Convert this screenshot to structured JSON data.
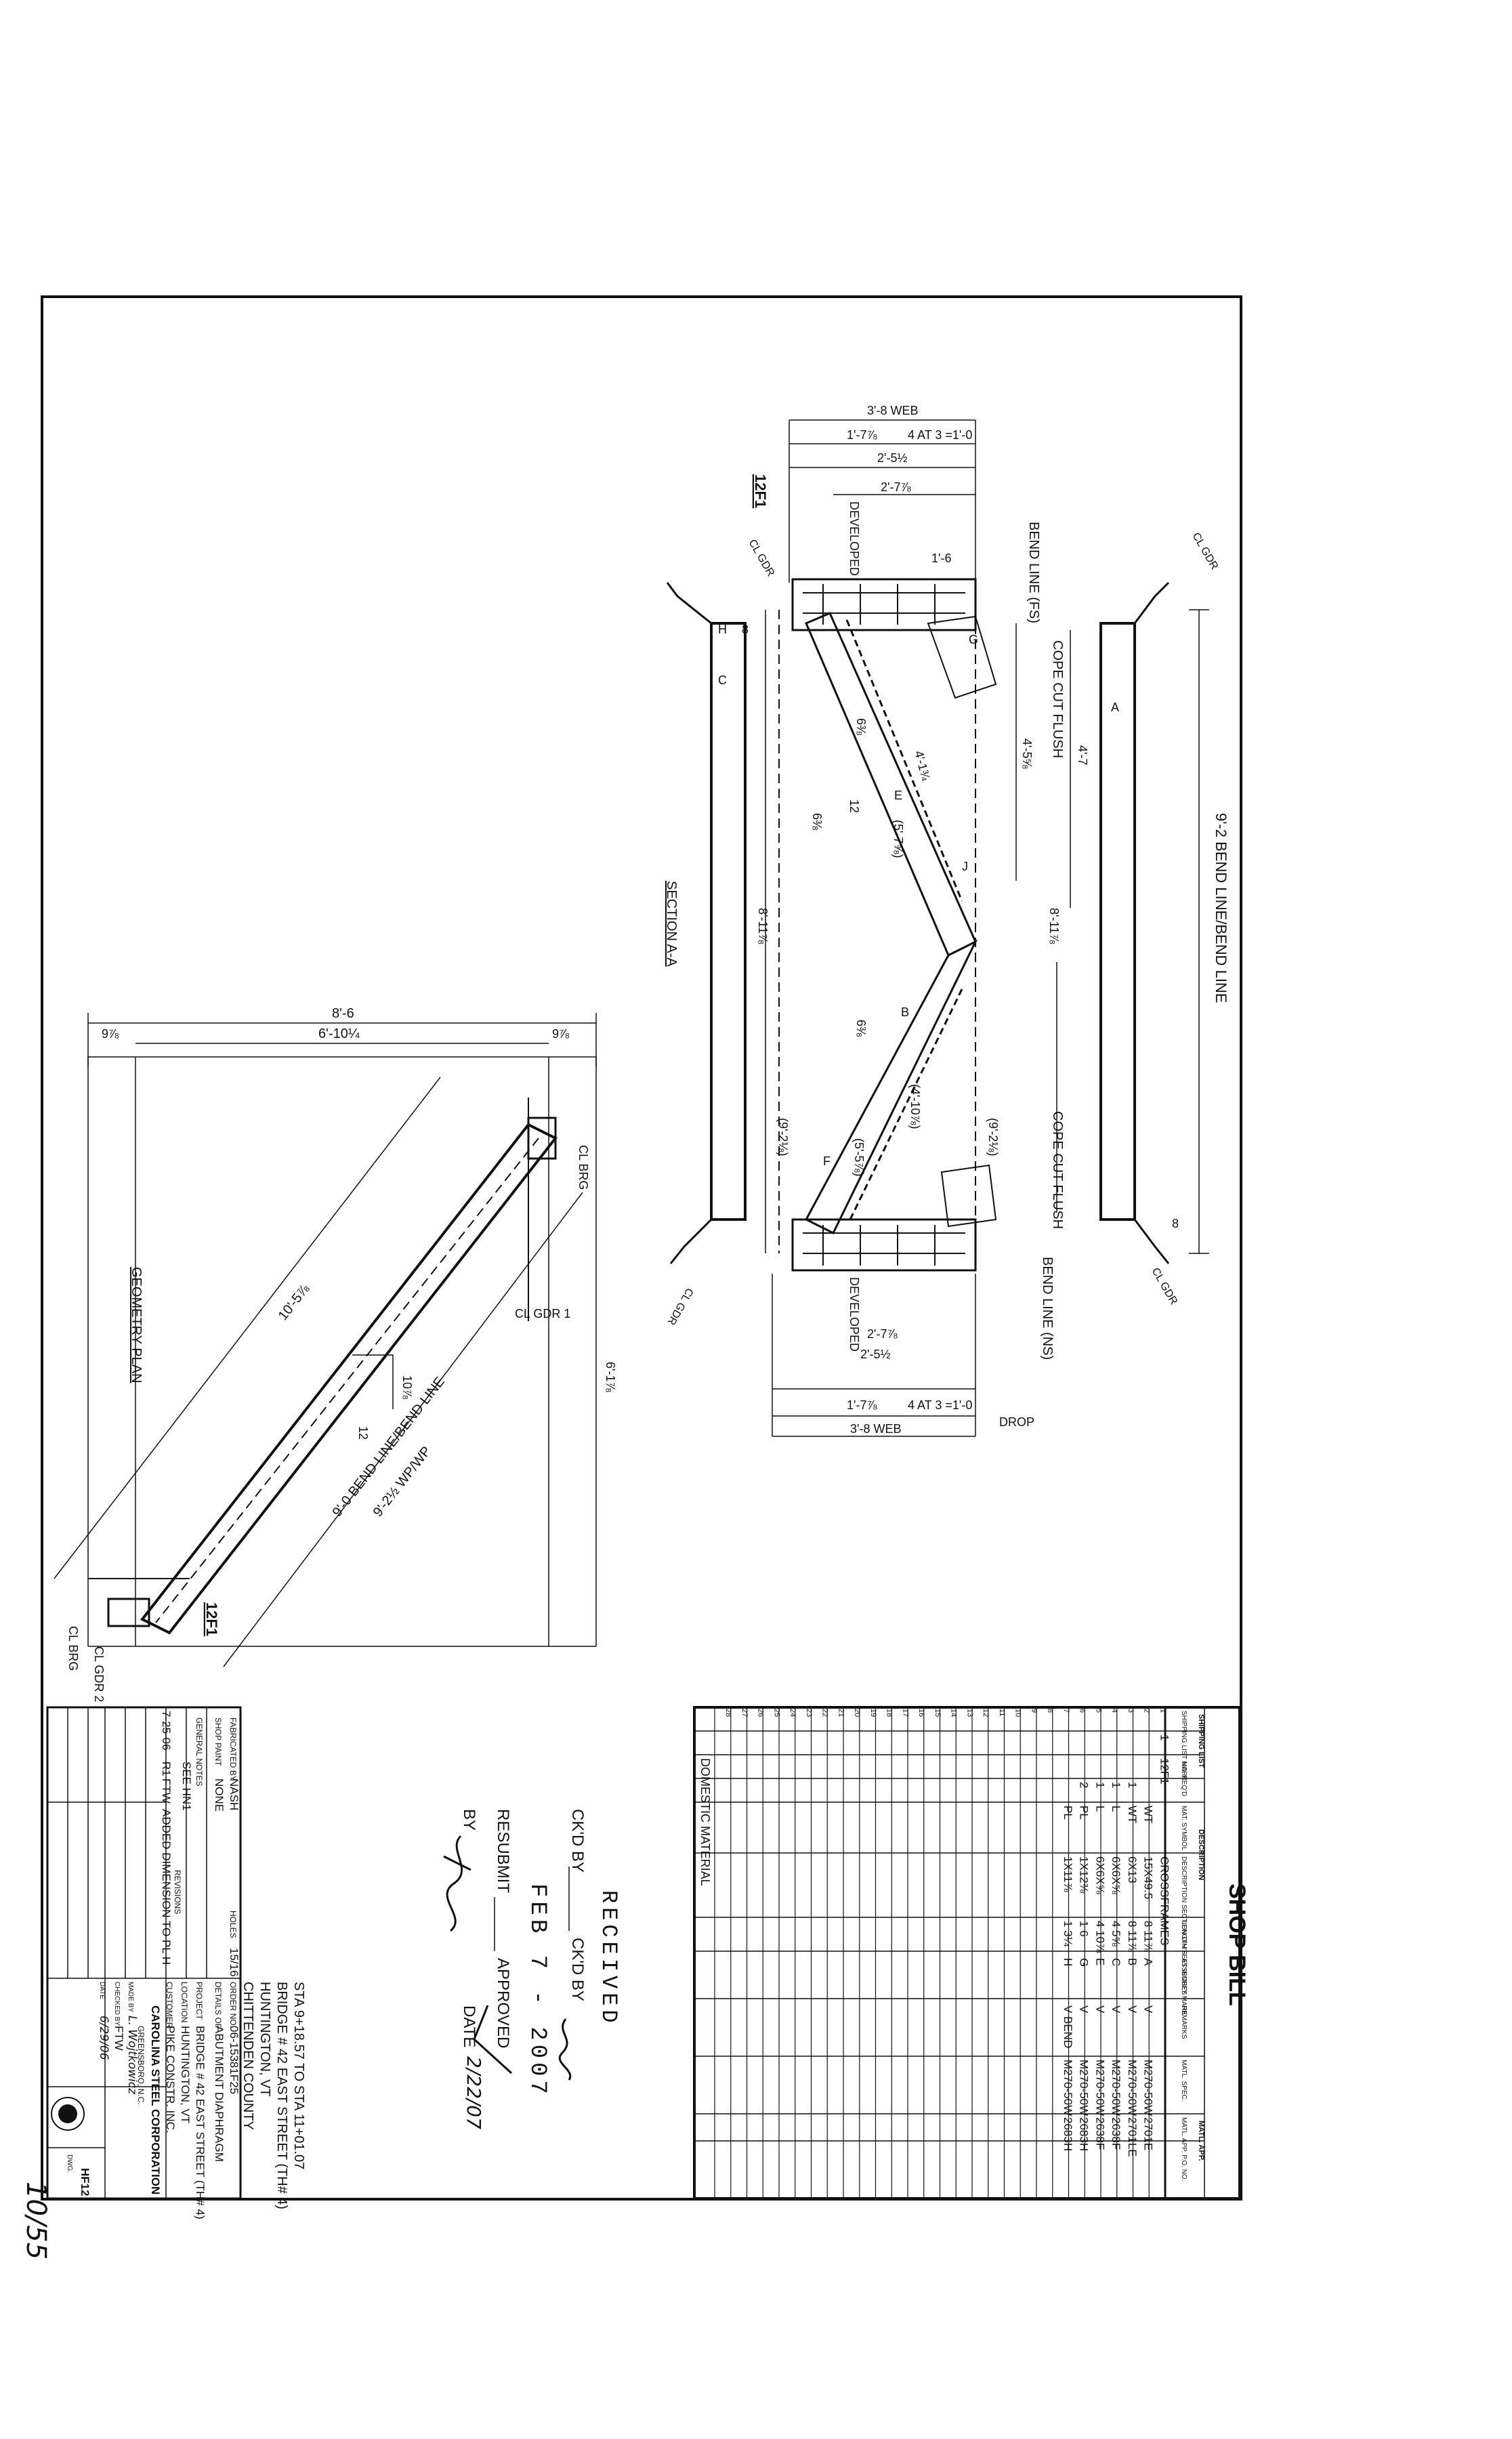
{
  "labels": {
    "section_a_a": "SECTION A-A",
    "geometry_plan": "GEOMETRY PLAN",
    "domestic_material": "DOMESTIC MATERIAL",
    "cope_cut_1": "COPE CUT FLUSH",
    "cope_cut_2": "COPE CUT FLUSH",
    "bend_line_fs": "BEND LINE (FS)",
    "bend_line_ns": "BEND LINE (NS)",
    "bend_line_total": "9'-2 BEND LINE/BEND LINE",
    "wp_wp": "9'-2½ WP/WP",
    "bend_line_plan": "9'-0 BEND LINE/BEND LINE",
    "developed_1": "DEVELOPED",
    "developed_2": "DEVELOPED",
    "web_top": "3'-8 WEB",
    "web_bottom": "3'-8 WEB",
    "drop": "DROP",
    "piece_mark_1": "12F1",
    "piece_mark_2": "12F1",
    "cl_gdr_1": "CL GDR 1",
    "cl_gdr_2": "CL GDR 2",
    "cl_brg_1": "CL BRG",
    "cl_brg_2": "CL BRG",
    "cl_gdr_a": "CL GDR",
    "cl_gdr_b": "CL GDR",
    "cl_gdr_c": "CL GDR",
    "cl_gdr_d": "CL GDR"
  },
  "dims": {
    "d_8_6": "8'-6",
    "d_6_10": "6'-10¼",
    "d_9a": "9⅞",
    "d_9b": "9⅞",
    "d_10_5": "10'-5⅞",
    "d_6_1": "6'-1⅞",
    "d_10_slope": "10⅞",
    "d_12": "12",
    "d_4_5": "4'-5⅝",
    "d_4_7": "4'-7",
    "d_8_11a": "8'-11⅞",
    "d_8_11b": "8'-11⅞",
    "d_9_2a": "(9'-2⅛)",
    "d_9_2b": "(9'-2⅛)",
    "d_2_5a": "2'-5½",
    "d_2_5b": "2'-5½",
    "d_2_7a": "2'-7⅞",
    "d_2_7b": "2'-7⅞",
    "d_1_7a": "1'-7⅞",
    "d_1_7b": "1'-7⅞",
    "d_4at3a": "4 AT 3 =1'-0",
    "d_4at3b": "4 AT 3 =1'-0",
    "d_1_6": "1'-6",
    "d_5_7": "(5'-7⅝)",
    "d_5_5": "(5'-5⅞)",
    "d_4_10": "(4'-10⅞)",
    "d_4_1": "4'-1¾",
    "d_6a": "6⅜",
    "d_6b": "6⅜",
    "d_6c": "6⅜",
    "d_8a": "8",
    "d_8b": "8",
    "d_h": "H",
    "d_c": "C",
    "d_g": "G",
    "d_a": "A",
    "d_j": "J",
    "d_b": "B",
    "d_e": "E",
    "d_f": "F"
  },
  "shop_bill": {
    "title": "SHOP BILL",
    "headers": [
      "SHIPPING LIST MARK",
      "NO. REQ'D",
      "MAT. SYMBOL",
      "DESCRIPTION SECTION DIM'S",
      "LENGTH FEET INCHES",
      "ASSEMBLY MARK",
      "REMARKS",
      "MATL. SPEC.",
      "MATL. APP. P.O. NO."
    ],
    "header_top": [
      "SHIPPING LIST",
      "DESCRIPTION",
      "MATL. APP."
    ],
    "rows": [
      {
        "num": "1",
        "no": "1",
        "mark": "12F1",
        "req": "",
        "sym": "",
        "desc": "CROSSFRAMES",
        "len": "",
        "asm": "",
        "rem": "",
        "spec": "",
        "po": ""
      },
      {
        "num": "2",
        "no": "",
        "mark": "",
        "req": "",
        "sym": "WT",
        "desc": "15X49.5",
        "len": "8  11⅞",
        "asm": "A",
        "rem": "V",
        "spec": "M270-50W",
        "po": "2701E"
      },
      {
        "num": "3",
        "no": "",
        "mark": "",
        "req": "1",
        "sym": "WT",
        "desc": "6X13",
        "len": "8  11⅞",
        "asm": "B",
        "rem": "V",
        "spec": "M270-50W",
        "po": "2701LE"
      },
      {
        "num": "4",
        "no": "",
        "mark": "",
        "req": "1",
        "sym": "L",
        "desc": "6X6X⅝",
        "len": "4  5⅝",
        "asm": "C",
        "rem": "V",
        "spec": "M270-50W",
        "po": "2638F"
      },
      {
        "num": "5",
        "no": "",
        "mark": "",
        "req": "1",
        "sym": "L",
        "desc": "6X6X⅝",
        "len": "4  10⅞",
        "asm": "E",
        "rem": "V",
        "spec": "M270-50W",
        "po": "2638F"
      },
      {
        "num": "6",
        "no": "",
        "mark": "",
        "req": "2",
        "sym": "PL",
        "desc": "1X12⅜",
        "len": "1  6",
        "asm": "G",
        "rem": "V",
        "spec": "M270-50W",
        "po": "2683H"
      },
      {
        "num": "7",
        "no": "",
        "mark": "",
        "req": "",
        "sym": "PL",
        "desc": "1X11⅞",
        "len": "1  3¼",
        "asm": "H",
        "rem": "V BEND",
        "spec": "M270-50W",
        "po": "2683H"
      },
      {
        "num": "8"
      },
      {
        "num": "9"
      },
      {
        "num": "10"
      },
      {
        "num": "11"
      },
      {
        "num": "12"
      },
      {
        "num": "13"
      },
      {
        "num": "14"
      },
      {
        "num": "15"
      },
      {
        "num": "16"
      },
      {
        "num": "17"
      },
      {
        "num": "18"
      },
      {
        "num": "19"
      },
      {
        "num": "20"
      },
      {
        "num": "21"
      },
      {
        "num": "22"
      },
      {
        "num": "23"
      },
      {
        "num": "24"
      },
      {
        "num": "25"
      },
      {
        "num": "26"
      },
      {
        "num": "27"
      },
      {
        "num": "28"
      }
    ]
  },
  "stamp": {
    "received": "RECEIVED",
    "ckd_by": "CK'D BY",
    "ckd_by2": "CK'D BY",
    "date_received": "FEB 7 - 2007",
    "resubmit": "RESUBMIT",
    "approved": "APPROVED",
    "by": "BY",
    "date": "DATE",
    "date_signed": "2/22/07"
  },
  "title_block": {
    "sta": "STA 9+18.57 TO STA 11+01.07",
    "bridge": "BRIDGE # 42 EAST STREET (TH# 4)",
    "town": "HUNTINGTON, VT",
    "county": "CHITTENDEN COUNTY",
    "order_no_label": "ORDER NO.",
    "order_no": "06-15381F25",
    "details_label": "DETAILS OF",
    "details": "ABUTMENT DIAPHRAGM",
    "project_label": "PROJECT",
    "project": "BRIDGE # 42 EAST STREET (TH# 4)",
    "location_label": "LOCATION",
    "location": "HUNTINGTON, VT",
    "customer_label": "CUSTOMER",
    "customer": "PIKE CONSTR. INC.",
    "company": "CAROLINA STEEL CORPORATION",
    "company_sub": "GREENSBORO, N.C.",
    "fabricated_by_label": "FABRICATED BY",
    "fabricated_by": "NASH",
    "shop_paint_label": "SHOP PAINT",
    "shop_paint": "NONE",
    "holes_label": "HOLES",
    "holes": "15/16",
    "general_notes_label": "GENERAL NOTES",
    "general_notes": "SEE HN1",
    "revision_label": "REVISIONS",
    "rev_date": "7-25-06",
    "rev_no": "R1",
    "rev_by": "FTW",
    "rev_desc": "ADDED DIMENSION TO PL H",
    "drawn_label": "MADE BY",
    "drawn": "L. Wojtkowicz",
    "checked_label": "CHECKED BY",
    "checked": "FTW",
    "date_label": "DATE",
    "date": "6/29/06",
    "dwg_label": "DWG.",
    "dwg": "HF12"
  },
  "sheet_number": "10/55"
}
